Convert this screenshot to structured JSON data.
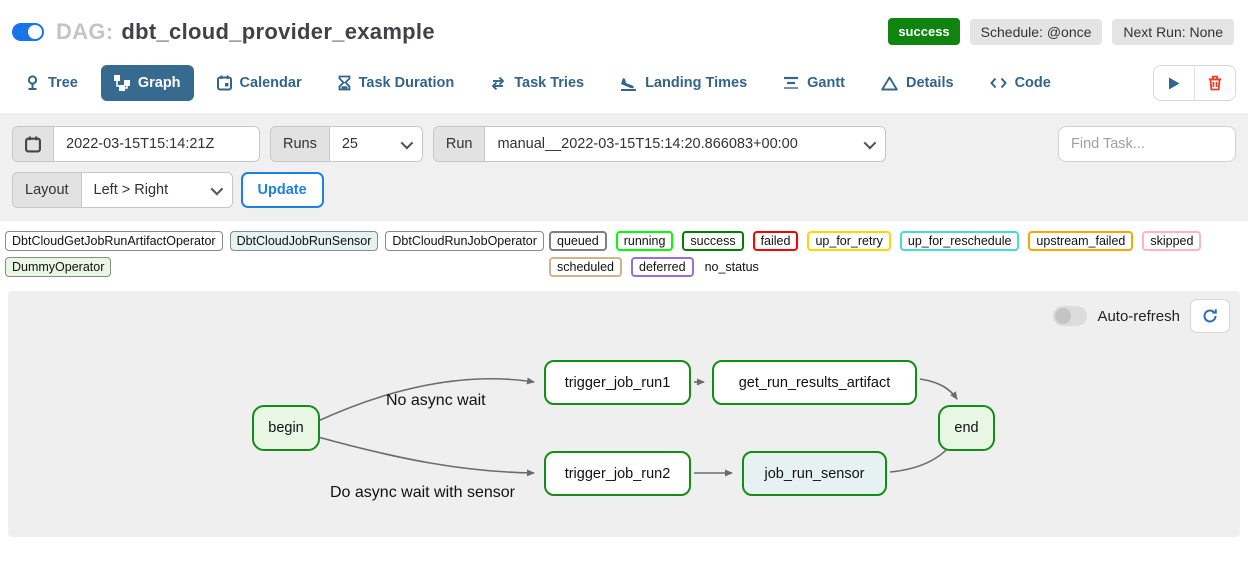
{
  "header": {
    "dag_prefix": "DAG:",
    "dag_title": "dbt_cloud_provider_example",
    "status_badge": "success",
    "schedule_badge": "Schedule: @once",
    "next_run_badge": "Next Run: None"
  },
  "tabs": [
    {
      "label": "Tree",
      "active": false
    },
    {
      "label": "Graph",
      "active": true
    },
    {
      "label": "Calendar",
      "active": false
    },
    {
      "label": "Task Duration",
      "active": false
    },
    {
      "label": "Task Tries",
      "active": false
    },
    {
      "label": "Landing Times",
      "active": false
    },
    {
      "label": "Gantt",
      "active": false
    },
    {
      "label": "Details",
      "active": false
    },
    {
      "label": "Code",
      "active": false
    }
  ],
  "filters": {
    "date_value": "2022-03-15T15:14:21Z",
    "runs_label": "Runs",
    "runs_value": "25",
    "run_label": "Run",
    "run_value": "manual__2022-03-15T15:14:20.866083+00:00",
    "find_task_placeholder": "Find Task...",
    "layout_label": "Layout",
    "layout_value": "Left > Right",
    "update_label": "Update"
  },
  "legend": {
    "operators": [
      {
        "label": "DbtCloudGetJobRunArtifactOperator",
        "fill": "#ffffff"
      },
      {
        "label": "DbtCloudJobRunSensor",
        "fill": "#e6f1f2"
      },
      {
        "label": "DbtCloudRunJobOperator",
        "fill": "#ffffff"
      },
      {
        "label": "DummyOperator",
        "fill": "#e8f7e4"
      }
    ],
    "statuses": [
      {
        "label": "queued",
        "color": "#808080"
      },
      {
        "label": "running",
        "color": "#00ff00"
      },
      {
        "label": "success",
        "color": "#008000"
      },
      {
        "label": "failed",
        "color": "#ff0000"
      },
      {
        "label": "up_for_retry",
        "color": "#ffd700"
      },
      {
        "label": "up_for_reschedule",
        "color": "#40e0d0"
      },
      {
        "label": "upstream_failed",
        "color": "#ffa500"
      },
      {
        "label": "skipped",
        "color": "#ffb6c1"
      },
      {
        "label": "scheduled",
        "color": "#d2b48c"
      },
      {
        "label": "deferred",
        "color": "#9370db"
      },
      {
        "label": "no_status",
        "color": "transparent"
      }
    ]
  },
  "graph": {
    "auto_refresh_label": "Auto-refresh",
    "edge_labels": [
      "No async wait",
      "Do async wait with sensor"
    ],
    "nodes": [
      {
        "label": "begin",
        "fill": "#e8f7e4",
        "border": "#128d15"
      },
      {
        "label": "trigger_job_run1",
        "fill": "#ffffff",
        "border": "#128d15"
      },
      {
        "label": "get_run_results_artifact",
        "fill": "#ffffff",
        "border": "#128d15"
      },
      {
        "label": "end",
        "fill": "#e8f7e4",
        "border": "#128d15"
      },
      {
        "label": "trigger_job_run2",
        "fill": "#ffffff",
        "border": "#128d15"
      },
      {
        "label": "job_run_sensor",
        "fill": "#e6f1f2",
        "border": "#128d15"
      }
    ]
  },
  "colors": {
    "accent_blue": "#1a82e2",
    "tab_active": "#376a8f",
    "success_green": "#0f8510",
    "edge_gray": "#6b6b6b"
  }
}
